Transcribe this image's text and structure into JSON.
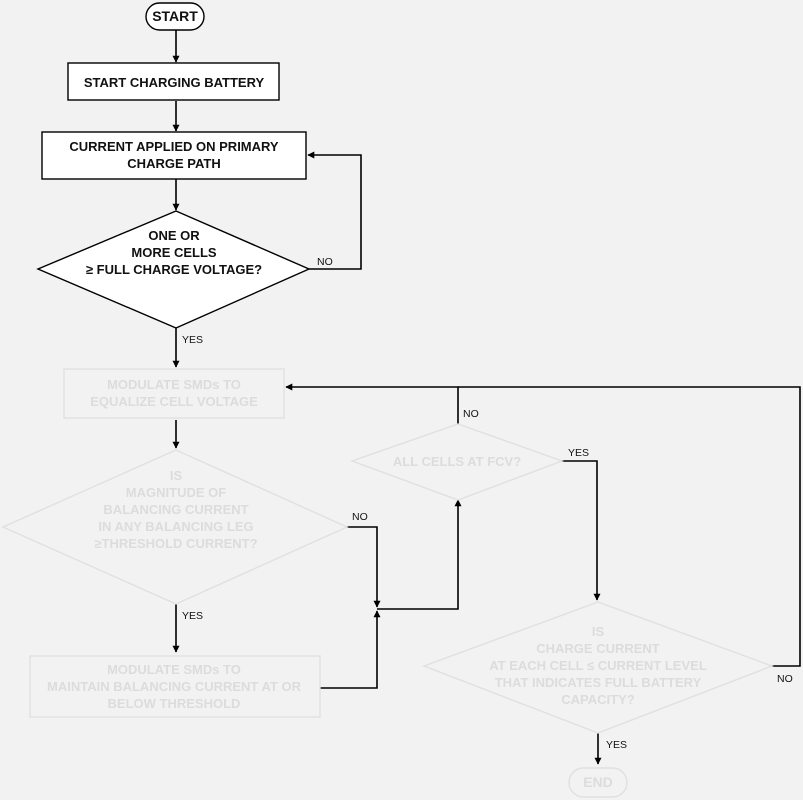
{
  "nodes": {
    "start": {
      "label": "START",
      "state": "active"
    },
    "start_charging": {
      "label": "START CHARGING BATTERY",
      "state": "active"
    },
    "primary_path": {
      "lines": [
        "CURRENT APPLIED ON PRIMARY",
        "CHARGE PATH"
      ],
      "state": "active"
    },
    "cells_full": {
      "lines": [
        "ONE OR",
        "MORE CELLS",
        "≥ FULL CHARGE VOLTAGE?"
      ],
      "state": "active"
    },
    "modulate_equalize": {
      "lines": [
        "MODULATE SMDs TO",
        "EQUALIZE CELL VOLTAGE"
      ],
      "state": "faded"
    },
    "balancing_check": {
      "lines": [
        "IS",
        "MAGNITUDE OF",
        "BALANCING CURRENT",
        "IN ANY BALANCING LEG",
        "≥THRESHOLD CURRENT?"
      ],
      "state": "faded"
    },
    "modulate_maintain": {
      "lines": [
        "MODULATE SMDs TO",
        "MAINTAIN BALANCING CURRENT AT OR",
        "BELOW THRESHOLD"
      ],
      "state": "faded"
    },
    "all_cells_fcv": {
      "lines": [
        "ALL CELLS AT FCV?"
      ],
      "state": "faded"
    },
    "charge_current_check": {
      "lines": [
        "IS",
        "CHARGE CURRENT",
        "AT EACH CELL ≤  CURRENT LEVEL",
        "THAT INDICATES FULL BATTERY",
        "CAPACITY?"
      ],
      "state": "faded"
    },
    "end": {
      "label": "END",
      "state": "faded"
    }
  },
  "edge_labels": {
    "cells_full_no": "NO",
    "cells_full_yes": "YES",
    "balancing_no": "NO",
    "balancing_yes": "YES",
    "all_cells_no": "NO",
    "all_cells_yes": "YES",
    "charge_current_no": "NO",
    "charge_current_yes": "YES"
  },
  "colors": {
    "background": "#f2f2f2",
    "active_stroke": "#000000",
    "active_text": "#111111",
    "faded_stroke": "#e0e0e0",
    "faded_text": "#dcdcdc"
  }
}
